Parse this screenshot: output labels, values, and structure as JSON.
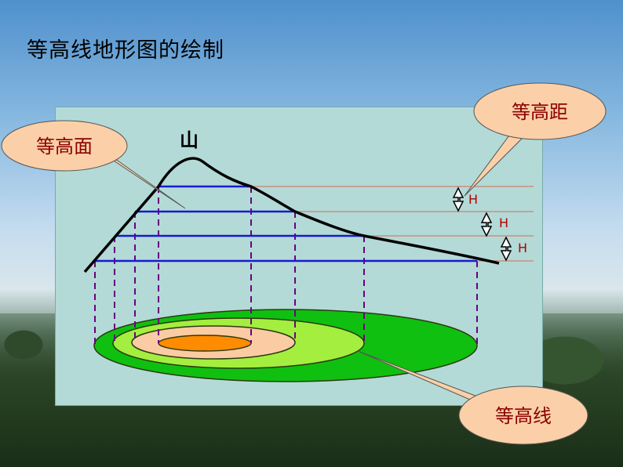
{
  "title": "等高线地形图的绘制",
  "labels": {
    "mountain": "山",
    "contour_surface": "等高面",
    "contour_interval": "等高距",
    "contour_line": "等高线",
    "h": "H"
  },
  "colors": {
    "board": "#b3dad7",
    "contour_level": "#1a1acc",
    "interval_line": "#d08070",
    "projection": "#6a0080",
    "callout_fill": "#fbd0a8",
    "callout_text": "#8b0000",
    "ring_outer": "#10c010",
    "ring_2": "#a4ee40",
    "ring_3": "#fbcba3",
    "ring_inner": "#ff8c00"
  }
}
